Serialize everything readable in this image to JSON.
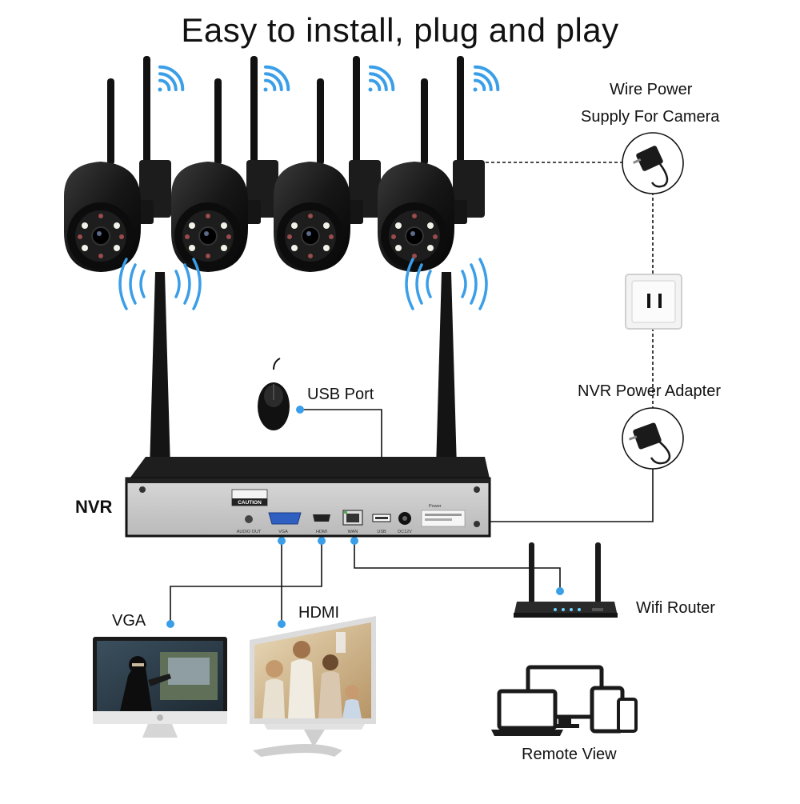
{
  "headline": "Easy to install, plug and play",
  "labels": {
    "camera_power_line1": "Wire Power",
    "camera_power_line2": "Supply For Camera",
    "usb_port": "USB Port",
    "nvr_power_adapter": "NVR Power Adapter",
    "nvr": "NVR",
    "vga": "VGA",
    "hdmi": "HDMI",
    "wifi_router": "Wifi Router",
    "remote_view": "Remote View"
  },
  "nvr_panel": {
    "caution": "CAUTION",
    "audio_out": "AUDIO OUT",
    "vga_port": "VGA",
    "hdmi_port": "HDMI",
    "wan_port": "WAN",
    "usb_port": "USB",
    "dc_port": "DC12V",
    "power": "Power"
  },
  "colors": {
    "connector_dot": "#3a9ee8",
    "wifi_wave": "#3a9ee8",
    "device_black": "#1a1a1a",
    "nvr_panel": "#c9c9c9"
  }
}
